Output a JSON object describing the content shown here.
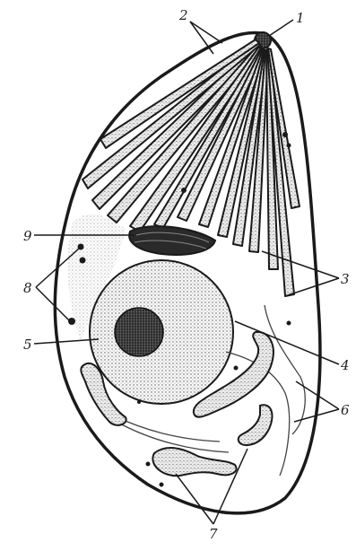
{
  "labels": {
    "l1": "1",
    "l2": "2",
    "l3": "3",
    "l4": "4",
    "l5": "5",
    "l6": "6",
    "l7": "7",
    "l8": "8",
    "l9": "9"
  },
  "colors": {
    "ink": "#1a1a1a",
    "background": "#ffffff",
    "stipple": "#9a9a9a"
  }
}
